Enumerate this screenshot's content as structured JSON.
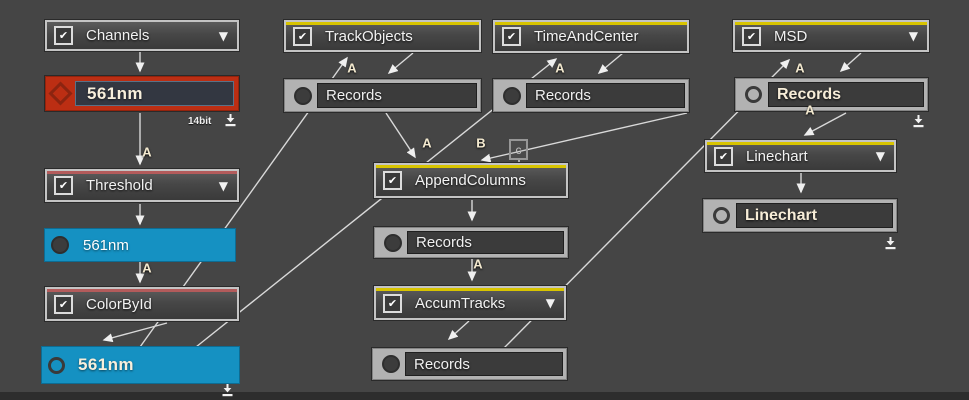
{
  "editor": {
    "background": "#454545",
    "bottom_bar": "#2d2d2d"
  },
  "colors": {
    "accent_yellow": "#d8c400",
    "accent_pink": "#b35b5b",
    "image_red": "#bc2e13",
    "image_blue": "#1591c2",
    "edge_line": "#d9d9d9"
  },
  "icons": {
    "checkbox_check": "✔",
    "dropdown_arrow": "▼",
    "c_port_label": "c",
    "download_icon": "⭳",
    "filled_circle": "●",
    "open_circle": "○",
    "diamond": "◇"
  },
  "edge_labels": {
    "a": "A",
    "b": "B"
  },
  "nodes": {
    "channels": {
      "label": "Channels",
      "checked": true
    },
    "image_561_raw": {
      "label": "561nm",
      "bit_depth": "14bit"
    },
    "threshold": {
      "label": "Threshold",
      "checked": true
    },
    "image_561_threshold": {
      "label": "561nm"
    },
    "colorbyid": {
      "label": "ColorById",
      "checked": true
    },
    "image_561_colored": {
      "label": "561nm"
    },
    "trackobjects": {
      "label": "TrackObjects",
      "checked": true
    },
    "records_trackobjects": {
      "label": "Records"
    },
    "timeandcenter": {
      "label": "TimeAndCenter",
      "checked": true
    },
    "records_timeandcenter": {
      "label": "Records"
    },
    "appendcolumns": {
      "label": "AppendColumns",
      "checked": true
    },
    "records_appendcolumns": {
      "label": "Records"
    },
    "accumtracks": {
      "label": "AccumTracks",
      "checked": true
    },
    "records_accumtracks": {
      "label": "Records"
    },
    "msd": {
      "label": "MSD",
      "checked": true
    },
    "records_msd": {
      "label": "Records"
    },
    "linechart": {
      "label": "Linechart",
      "checked": true
    },
    "linechart_output": {
      "label": "Linechart"
    }
  }
}
